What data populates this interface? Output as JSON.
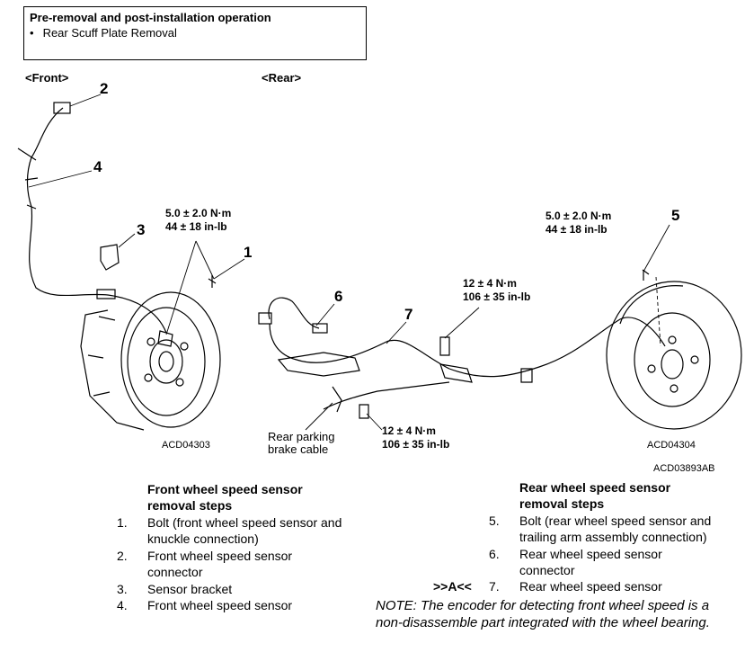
{
  "pre_box": {
    "title": "Pre-removal and post-installation operation",
    "item": "Rear Scuff Plate Removal"
  },
  "views": {
    "front": "<Front>",
    "rear": "<Rear>"
  },
  "callouts": [
    "1",
    "2",
    "3",
    "4",
    "5",
    "6",
    "7"
  ],
  "torques": {
    "front_bolt": [
      "5.0 ± 2.0 N·m",
      "44 ± 18 in-lb"
    ],
    "rear_sensor_bolt": [
      "5.0 ± 2.0 N·m",
      "44 ± 18 in-lb"
    ],
    "upper_clamp": [
      "12 ± 4 N·m",
      "106 ± 35 in-lb"
    ],
    "lower_clamp": [
      "12 ± 4 N·m",
      "106 ± 35 in-lb"
    ]
  },
  "labels": {
    "parking_cable_1": "Rear parking",
    "parking_cable_2": "brake cable",
    "code_front": "ACD04303",
    "code_rear": "ACD04304",
    "code_main": "ACD03893AB"
  },
  "front_steps": {
    "heading": "Front wheel speed sensor removal steps",
    "items": [
      {
        "num": "1.",
        "text": "Bolt (front wheel speed sensor and knuckle connection)"
      },
      {
        "num": "2.",
        "text": "Front wheel speed sensor connector"
      },
      {
        "num": "3.",
        "text": "Sensor bracket"
      },
      {
        "num": "4.",
        "text": "Front wheel speed sensor"
      }
    ]
  },
  "rear_steps": {
    "heading": "Rear wheel speed sensor removal steps",
    "items": [
      {
        "num": "5.",
        "text": "Bolt (rear wheel speed sensor and trailing arm assembly connection)"
      },
      {
        "num": "6.",
        "text": "Rear wheel speed sensor connector"
      },
      {
        "num": "7.",
        "text": "Rear wheel speed sensor",
        "mark": ">>A<<"
      }
    ]
  },
  "note": "NOTE: The encoder for detecting front wheel speed is a non-disassemble part integrated with the wheel bearing."
}
